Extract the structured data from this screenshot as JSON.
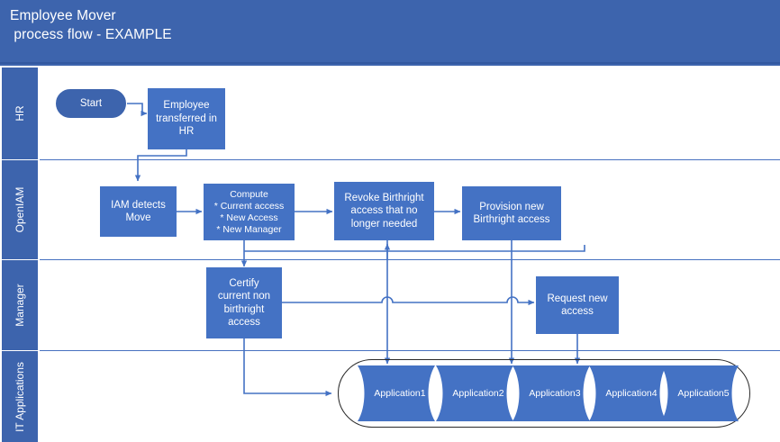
{
  "header": {
    "title": "Employee Mover\n process flow - EXAMPLE",
    "bg_color": "#3D64AD"
  },
  "theme": {
    "node_fill": "#4472C4",
    "lane_header_fill": "#3D64AD",
    "connector_color": "#4472C4",
    "capsule_stroke": "#2a2a2a",
    "text_on_fill": "#ffffff"
  },
  "lanes": [
    {
      "label": "HR"
    },
    {
      "label": "OpenIAM"
    },
    {
      "label": "Manager"
    },
    {
      "label": "IT Applications"
    }
  ],
  "nodes": {
    "start": "Start",
    "employee_transferred": "Employee\ntransferred in\nHR",
    "iam_detects_move": "IAM detects\nMove",
    "compute": "Compute\n* Current access\n* New Access\n* New Manager",
    "revoke_birthright": "Revoke Birthright\naccess that no\nlonger needed",
    "provision_birthright": "Provision new\nBirthright access",
    "certify_non_birthright": "Certify\ncurrent non\nbirthright\naccess",
    "request_new_access": "Request new\naccess"
  },
  "applications": [
    {
      "label": "Application1"
    },
    {
      "label": "Application2"
    },
    {
      "label": "Application3"
    },
    {
      "label": "Application4"
    },
    {
      "label": "Application5"
    }
  ]
}
